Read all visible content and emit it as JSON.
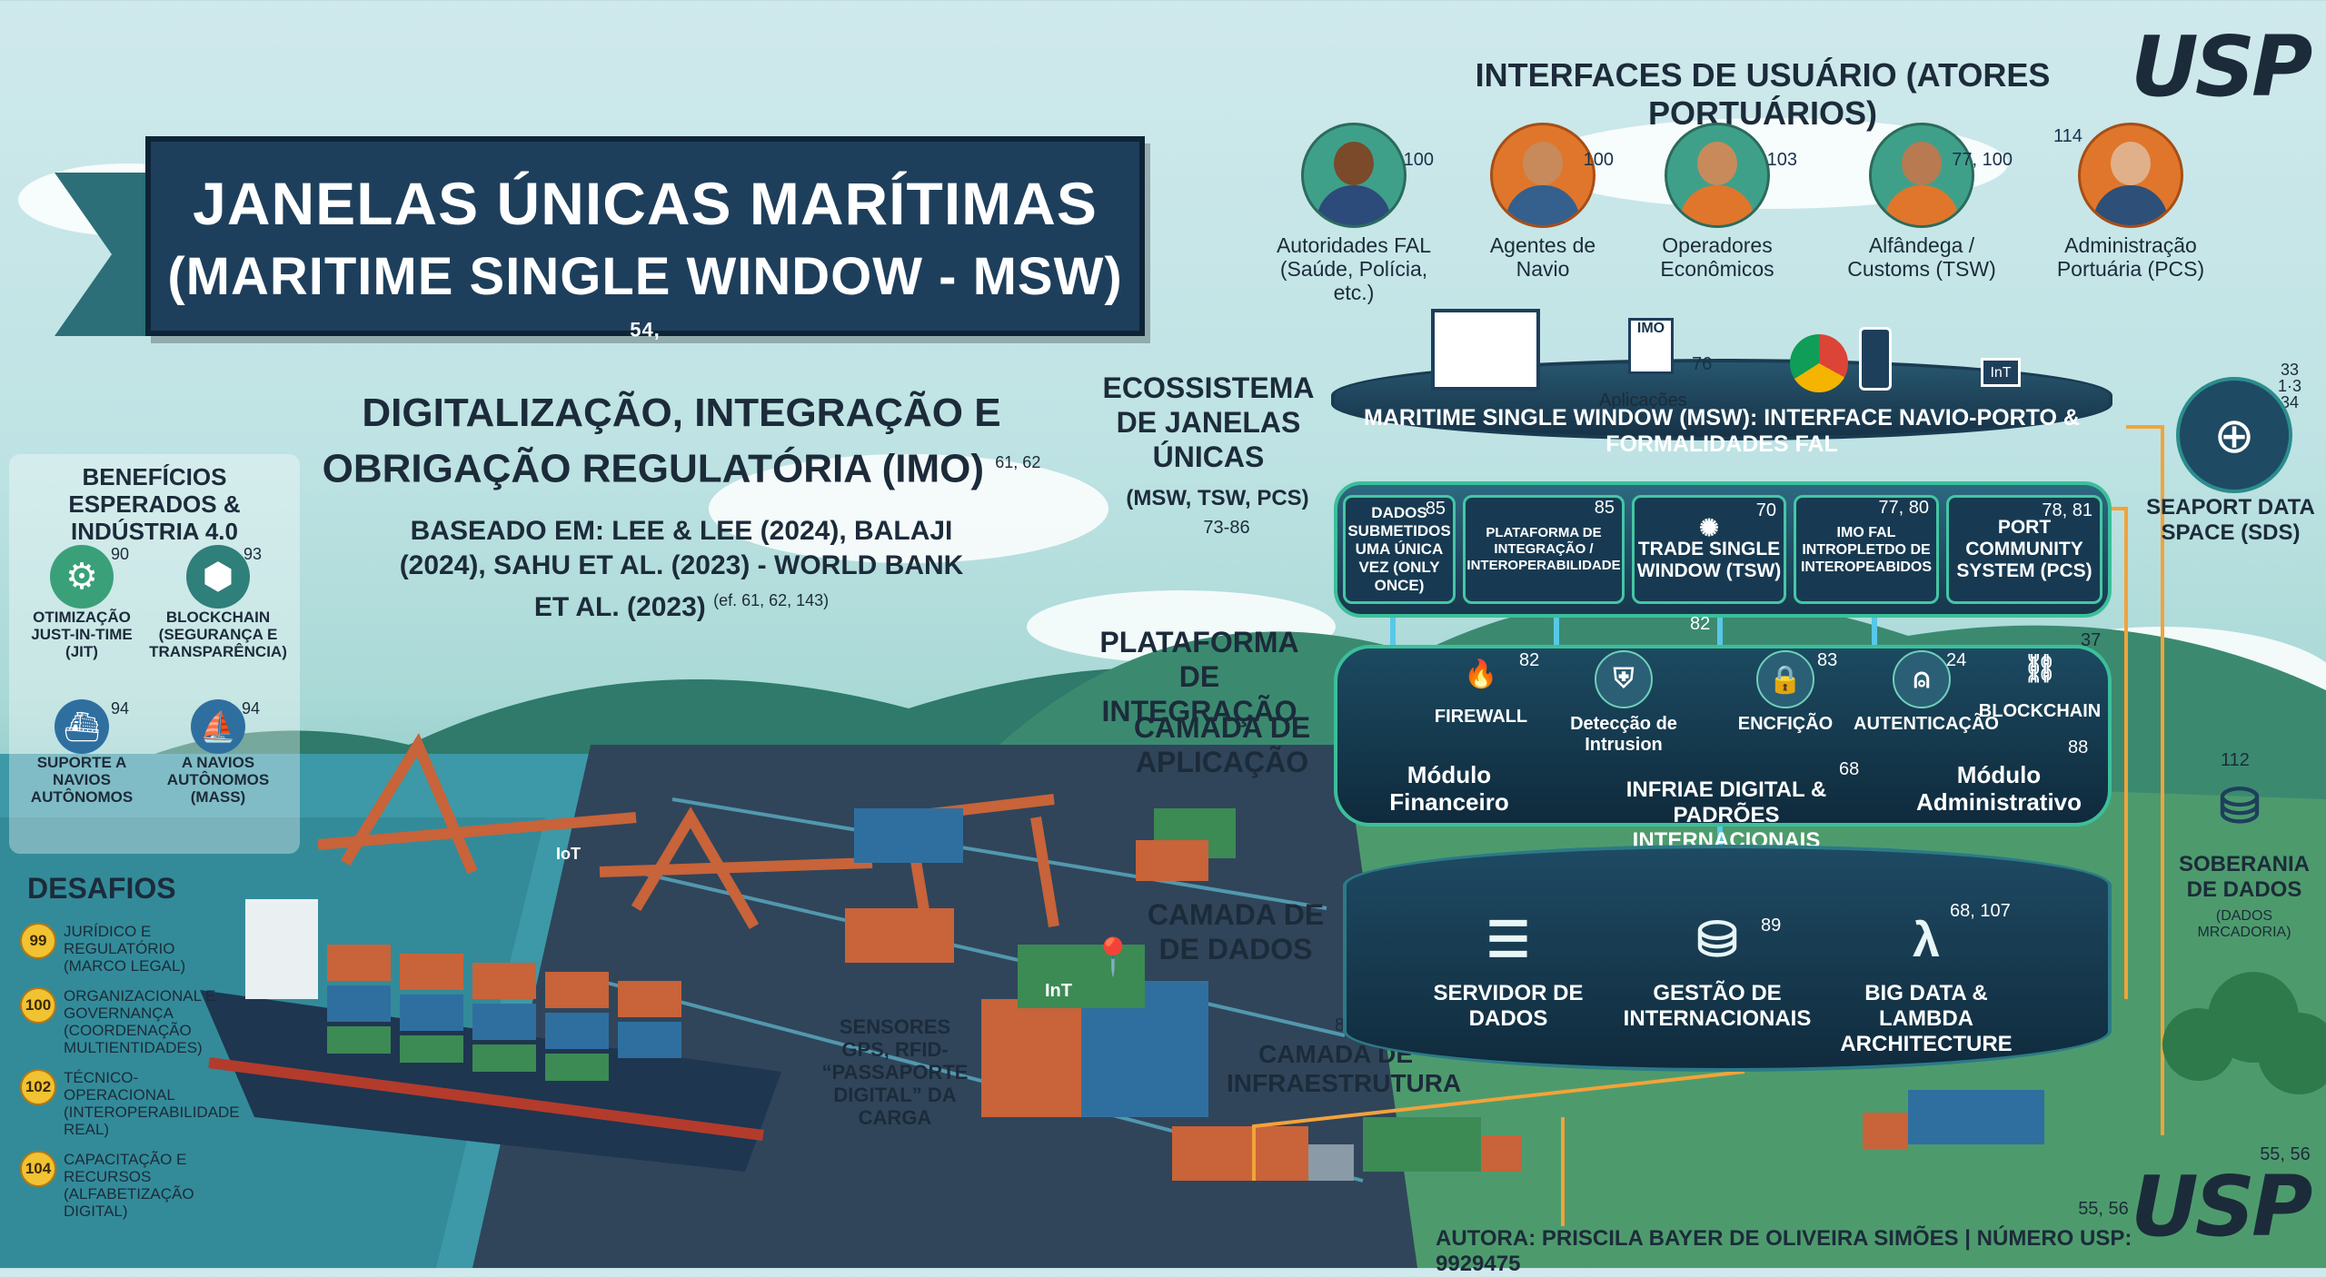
{
  "title": {
    "line1": "JANELAS ÚNICAS MARÍTIMAS",
    "line2": "(MARITIME SINGLE WINDOW - MSW)",
    "ref": "54,"
  },
  "subtitle": {
    "text": "DIGITALIZAÇÃO, INTEGRAÇÃO E OBRIGAÇÃO REGULATÓRIA (IMO)",
    "ref": "61, 62"
  },
  "based_on": {
    "text": "BASEADO EM: LEE & LEE (2024), BALAJI (2024), SAHU ET AL. (2023) - WORLD BANK ET AL. (2023)",
    "ref": "(ef. 61, 62, 143)"
  },
  "benefits": {
    "heading": "BENEFÍCIOS ESPERADOS & INDÚSTRIA 4.0",
    "items": [
      {
        "label": "OTIMIZAÇÃO JUST-IN-TIME (JIT)",
        "num": "90",
        "icon": "gear-clock-icon"
      },
      {
        "label": "BLOCKCHAIN (SEGURANÇA E TRANSPARÊNCIA)",
        "num": "93",
        "icon": "blockchain-icon"
      },
      {
        "label": "SUPORTE A NAVIOS AUTÔNOMOS",
        "num": "94",
        "icon": "ship-icon"
      },
      {
        "label": "A NAVIOS AUTÔNOMOS (MASS)",
        "num": "94",
        "icon": "autonomous-ship-icon"
      }
    ]
  },
  "challenges": {
    "heading": "DESAFIOS",
    "items": [
      {
        "num": "99",
        "text": "JURÍDICO E REGULATÓRIO (MARCO LEGAL)"
      },
      {
        "num": "100",
        "text": "ORGANIZACIONAL E GOVERNANÇA (COORDENAÇÃO MULTIENTIDADES)"
      },
      {
        "num": "102",
        "text": "TÉCNICO-OPERACIONAL (INTEROPERABILIDADE REAL)"
      },
      {
        "num": "104",
        "text": "CAPACITAÇÃO E RECURSOS (ALFABETIZAÇÃO DIGITAL)"
      }
    ]
  },
  "actors": {
    "heading": "INTERFACES DE USUÁRIO (ATORES PORTUÁRIOS)",
    "items": [
      {
        "label": "Autoridades FAL (Saúde, Polícia, etc.)",
        "num": "100",
        "color": "#2c4a7a"
      },
      {
        "label": "Agentes de Navio",
        "num": "100",
        "color": "#355f8c"
      },
      {
        "label": "Operadores Econômicos",
        "num": "103",
        "color": "#e0762b"
      },
      {
        "label": "Alfândega / Customs (TSW)",
        "num": "77, 100",
        "color": "#e0762b"
      },
      {
        "label": "Administração Portuária (PCS)",
        "num": "114",
        "color": "#2d4f78"
      }
    ]
  },
  "layers": {
    "ecosystem": {
      "label": "ECOSSISTEMA DE JANELAS ÚNICAS",
      "sub": "(MSW, TSW, PCS)",
      "ref": "73-86"
    },
    "integration": {
      "label": "PLATAFORMA DE INTEGRAÇÃO"
    },
    "application": {
      "label": "CAMADA DE APLICAÇÃO"
    },
    "data": {
      "label": "CAMADA DE DE DADOS"
    },
    "infra": {
      "label": "CAMADA DE INFRAESTRUTURA",
      "num": "83"
    }
  },
  "msw_top": {
    "text": "MARITIME SINGLE WINDOW (MSW): INTERFACE NAVIO-PORTO & FORMALIDADES FAL",
    "apps_label": "Aplicações",
    "imo_label": "IMO",
    "iot_label": "InT",
    "num": "76"
  },
  "ecosystem_boxes": [
    {
      "text": "DADOS SUBMETIDOS UMA ÚNICA VEZ (ONLY ONCE)",
      "num": "85"
    },
    {
      "text": "PLATAFORMA DE INTEGRAÇÃO / INTEROPERABILIDADE",
      "num": "85"
    },
    {
      "text": "TRADE SINGLE WINDOW (TSW)",
      "num": "70"
    },
    {
      "text": "IMO FAL INTROPLETDO DE INTEROPEABIDOS",
      "num": "77, 80"
    },
    {
      "text": "PORT COMMUNITY SYSTEM (PCS)",
      "num": "78, 81"
    }
  ],
  "security": {
    "items": [
      {
        "label": "FIREWALL",
        "num": "82",
        "icon": "firewall-icon"
      },
      {
        "label": "Detecção de Intrusion",
        "num": "82",
        "icon": "shield-warning-icon"
      },
      {
        "label": "ENCFIÇÃO",
        "num": "83",
        "icon": "padlock-icon"
      },
      {
        "label": "AUTENTICAÇÃO",
        "num": "24",
        "icon": "login-icon"
      },
      {
        "label": "BLOCKCHAIN",
        "num": "37",
        "icon": "chain-icon"
      }
    ]
  },
  "modules": {
    "financial": "Módulo Financeiro",
    "infra": "INFRIAE DIGITAL & PADRÕES INTERNACIONAIS",
    "infra_num": "68",
    "admin": "Módulo Administrativo",
    "admin_num": "88"
  },
  "data_layer": {
    "items": [
      {
        "label": "SERVIDOR DE DADOS",
        "num": "",
        "icon": "server-icon"
      },
      {
        "label": "GESTÃO DE INTERNACIONAIS",
        "num": "89",
        "icon": "database-icon"
      },
      {
        "label": "BIG DATA & LAMBDA ARCHITECTURE",
        "num": "68, 107",
        "icon": "lambda-icon"
      }
    ]
  },
  "scene": {
    "iot_label": "IoT",
    "iot_label2": "InT",
    "sensors": "SENSORES GPS, RFID- “PASSAPORTE DIGITAL” DA CARGA"
  },
  "right": {
    "sds_nums": "33 1·3 34",
    "sds_label": "SEAPORT DATA SPACE (SDS)",
    "sov_num": "112",
    "sov_label": "SOBERANIA DE DADOS",
    "sov_sub": "(DADOS MRCADORIA)",
    "bottom_nums": "55, 56",
    "bottom_nums2": "55, 56"
  },
  "logo": "USP",
  "author": "AUTORA: PRISCILA BAYER DE OLIVEIRA SIMÕES | NÚMERO USP: 9929475",
  "colors": {
    "navy": "#1e3f5c",
    "teal": "#3bbf9a",
    "orange": "#e0762b",
    "sea": "#4d8f97"
  }
}
